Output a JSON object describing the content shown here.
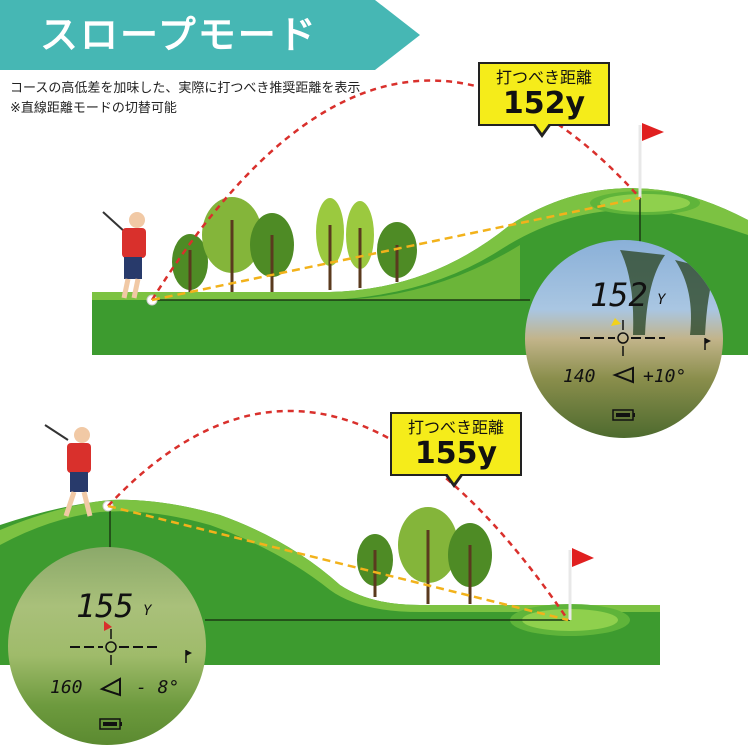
{
  "header": {
    "title": "スロープモード"
  },
  "description": {
    "line1": "コースの高低差を加味した、実際に打つべき推奨距離を表示",
    "line2": "※直線距離モードの切替可能"
  },
  "panel_top": {
    "callout_label": "打つべき距離",
    "callout_value": "152y",
    "scope": {
      "distance": "152",
      "unit": "Y",
      "line_distance": "140",
      "angle": "+10°"
    }
  },
  "panel_bottom": {
    "callout_label": "打つべき距離",
    "callout_value": "155y",
    "scope": {
      "distance": "155",
      "unit": "Y",
      "line_distance": "160",
      "angle": "- 8°"
    }
  },
  "colors": {
    "banner": "#46b7b4",
    "callout": "#f5ec1a",
    "trajectory": "#d9302c",
    "sight_line": "#f2b21b",
    "grass_dark": "#3d9b2f",
    "grass_light": "#7cc242",
    "flag": "#e02020"
  },
  "icons": [
    "golfer",
    "golf-ball",
    "flag",
    "tree",
    "battery-icon",
    "slope-icon",
    "reticle"
  ]
}
